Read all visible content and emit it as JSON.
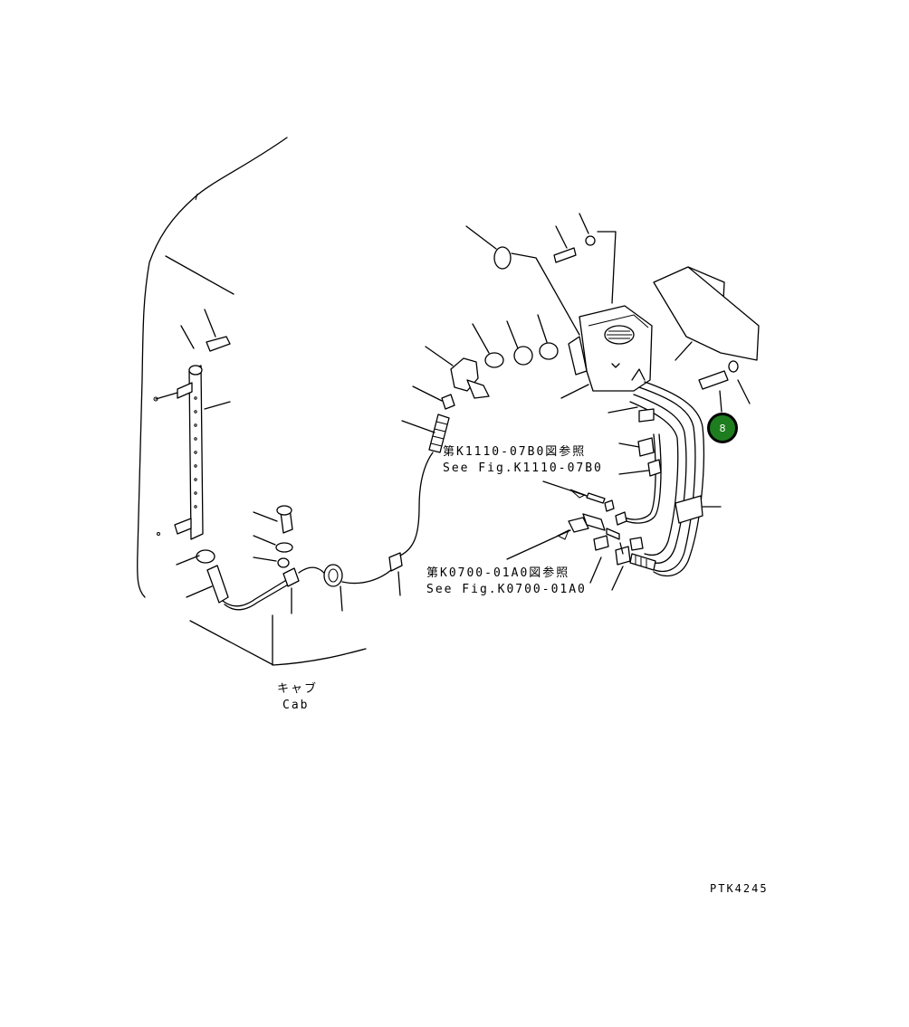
{
  "ref_k1110": {
    "jp": "第K1110-07B0図参照",
    "en": "See Fig.K1110-07B0"
  },
  "ref_k0700": {
    "jp": "第K0700-01A0図参照",
    "en": "See Fig.K0700-01A0"
  },
  "cab": {
    "jp": "キャブ",
    "en": "Cab"
  },
  "drawing_code": "PTK4245",
  "callout": {
    "number": "8",
    "color": "#1e7d1e"
  }
}
